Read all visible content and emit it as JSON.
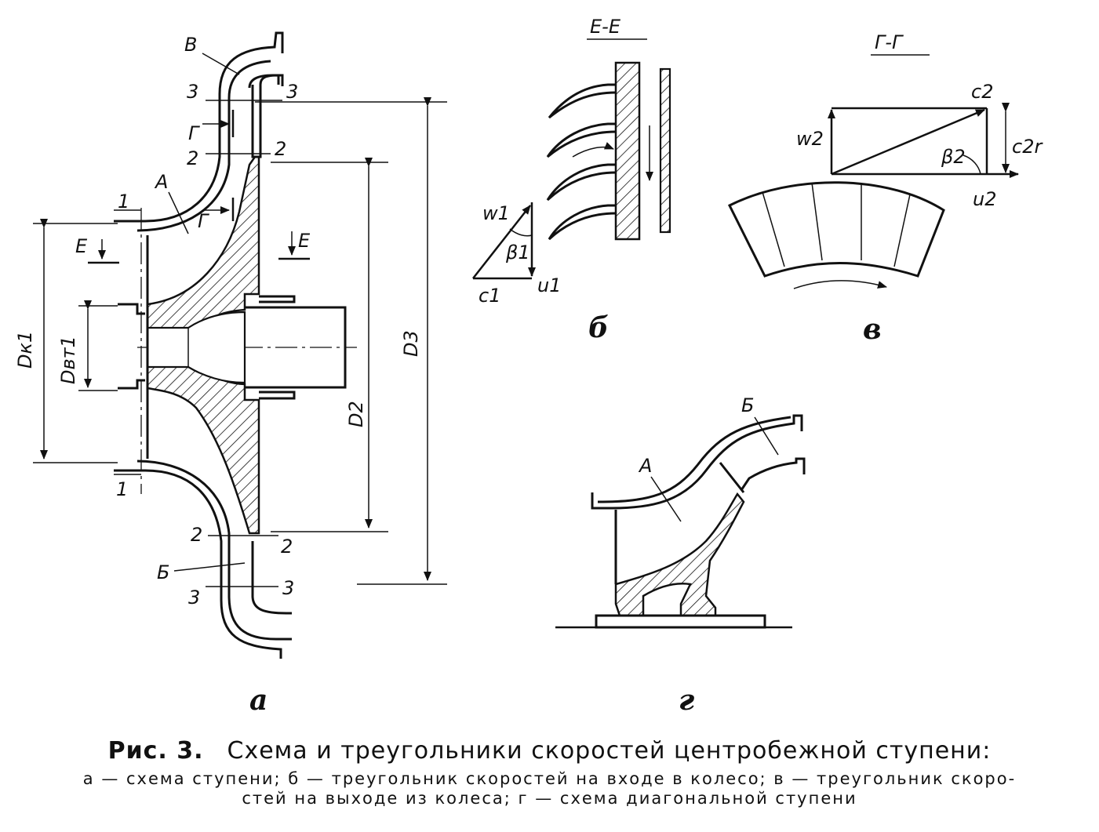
{
  "labels": {
    "section_ee": "Е-Е",
    "section_gg": "Г-Г",
    "V": "В",
    "A": "А",
    "B": "Б",
    "G": "Г",
    "E": "Е",
    "n1": "1",
    "n2": "2",
    "n3": "3",
    "Dk1": "Dк1",
    "Dvt1": "Dвт1",
    "D2": "D2",
    "D3": "D3",
    "w1": "w1",
    "beta1": "β1",
    "c1": "c1",
    "u1": "u1",
    "c2": "c2",
    "w2": "w2",
    "beta2": "β2",
    "c2r": "c2r",
    "u2": "u2",
    "diag_A": "А",
    "diag_B": "Б"
  },
  "panels": {
    "a": "а",
    "b": "б",
    "v": "в",
    "g": "г"
  },
  "caption": {
    "number": "Рис. 3.",
    "title": "Схема и треугольники скоростей центробежной ступени:",
    "body_line1": "а — схема ступени; б — треугольник скоростей на входе в колесо; в — треугольник скоро-",
    "body_line2": "стей на выходе из колеса; г — схема диагональной ступени"
  }
}
